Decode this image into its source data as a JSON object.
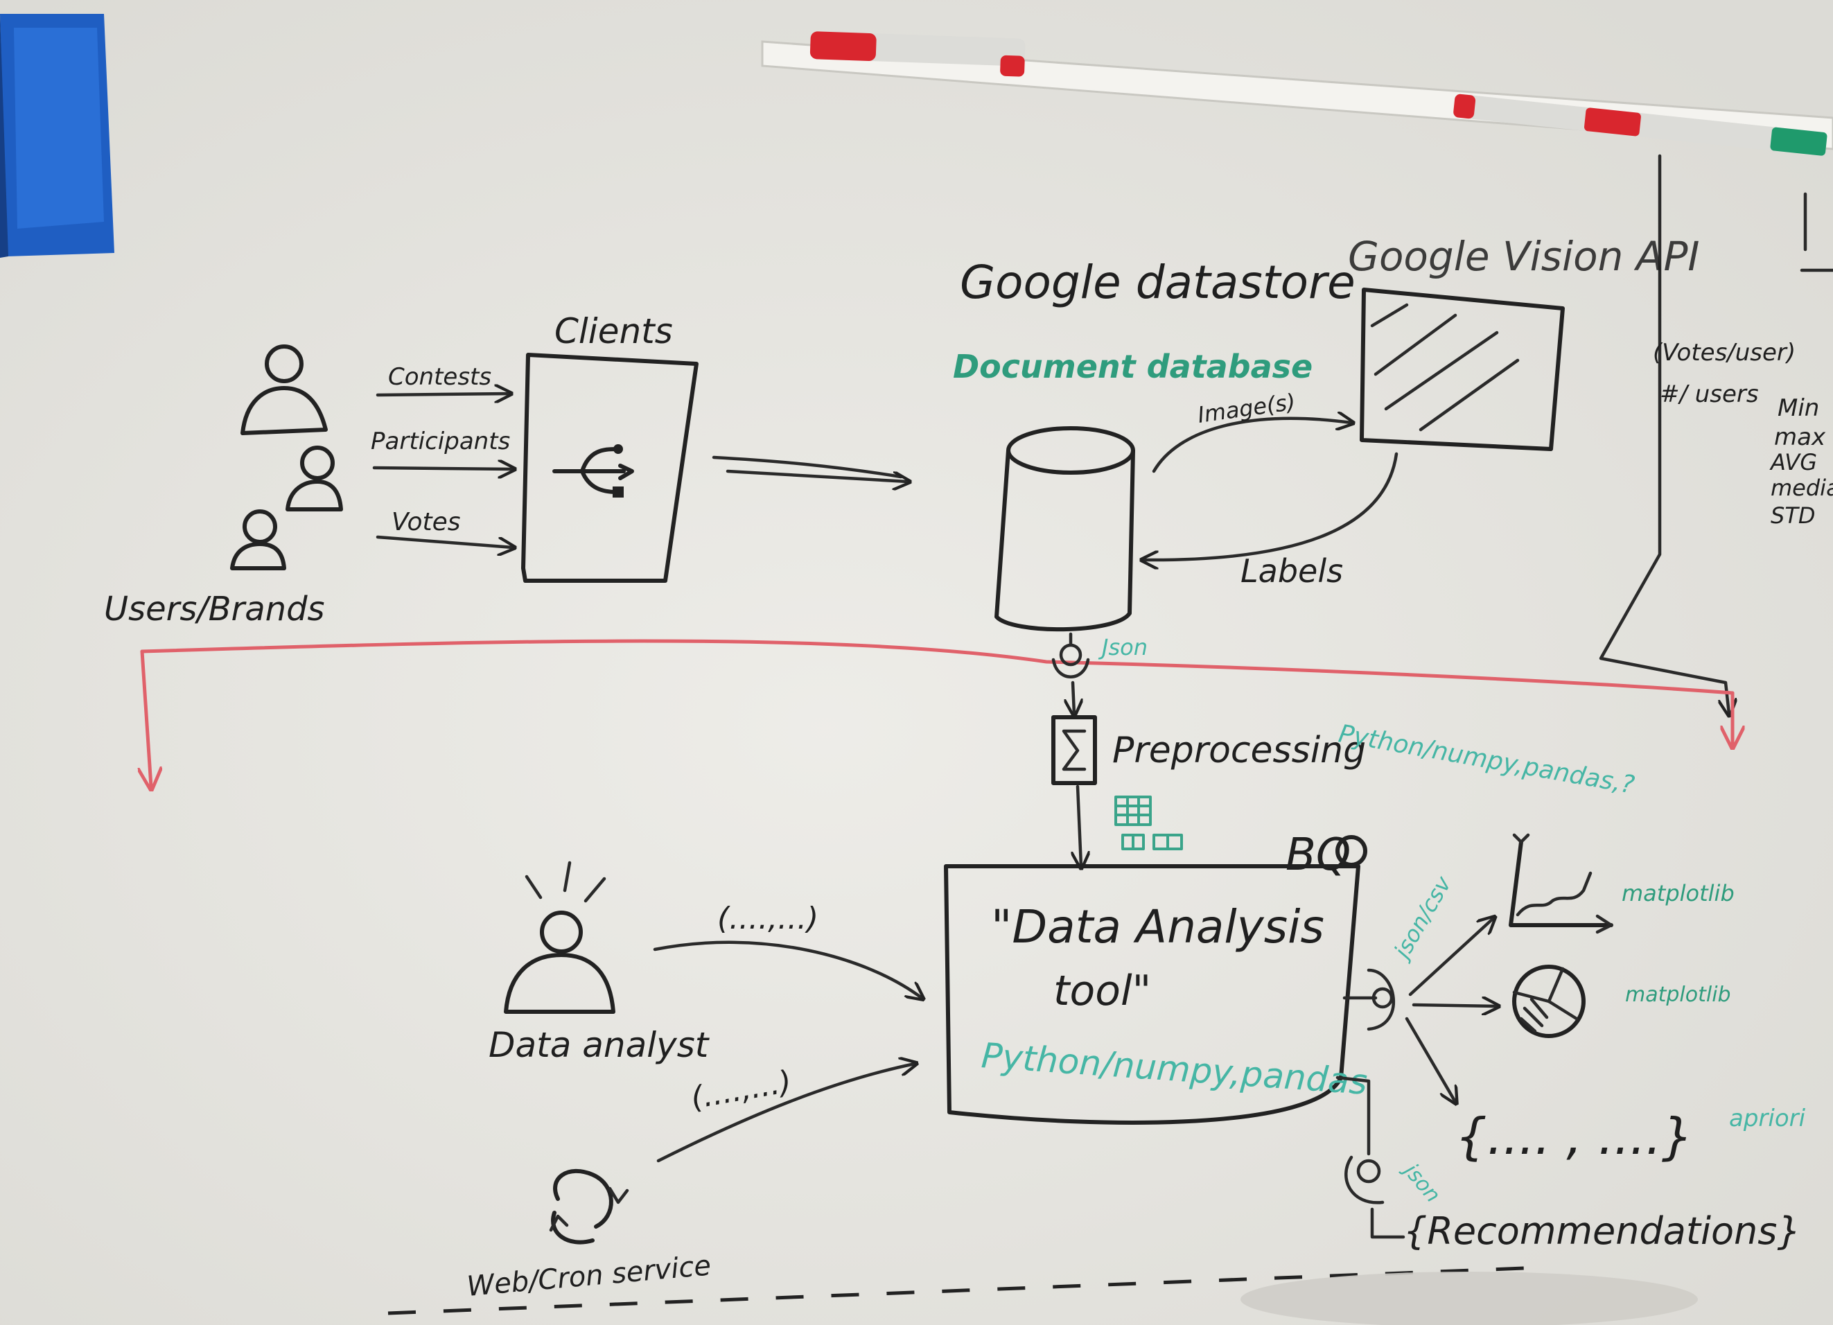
{
  "colors": {
    "board": "#e9e8e3",
    "ink_black": "#222222",
    "ink_green": "#2f9c7d",
    "ink_teal": "#46b6a5",
    "ink_red": "#e0616a",
    "magnet_blue": "#1f5ec2",
    "marker_red": "#d9262e"
  },
  "users": {
    "label": "Users/Brands",
    "arrows": [
      "Contests",
      "Participants",
      "Votes"
    ]
  },
  "clients": {
    "label": "Clients",
    "icon": "usb-icon"
  },
  "datastore": {
    "title": "Google datastore",
    "subtitle": "Document database",
    "icon": "database-cylinder-icon"
  },
  "vision": {
    "title": "Google Vision API",
    "images_label": "Image(s)",
    "labels_label": "Labels"
  },
  "side_note": {
    "lines": [
      "(Votes/user)",
      "#/ users",
      "Min",
      "max",
      "AVG",
      "median",
      "STD"
    ]
  },
  "pipeline": {
    "json_label": "Json",
    "preprocessing_label": "Preprocessing",
    "preprocessing_stack": "Python/numpy,pandas,?",
    "bq_label": "BQ"
  },
  "analysis_tool": {
    "title_line1": "\"Data Analysis",
    "title_line2": "tool\"",
    "stack": "Python/numpy,pandas"
  },
  "data_analyst": {
    "label": "Data analyst",
    "arrow_label": "(....,...)"
  },
  "cron": {
    "label": "Web/Cron service",
    "arrow_label": "(....,...)"
  },
  "outputs": {
    "json_csv_label": "json/csv",
    "json_label": "json",
    "line_chart_label": "matplotlib",
    "pie_chart_label": "matplotlib",
    "apriori_set": "{.... , ....}",
    "apriori_label": "apriori",
    "recommendations": "{Recommendations}"
  }
}
